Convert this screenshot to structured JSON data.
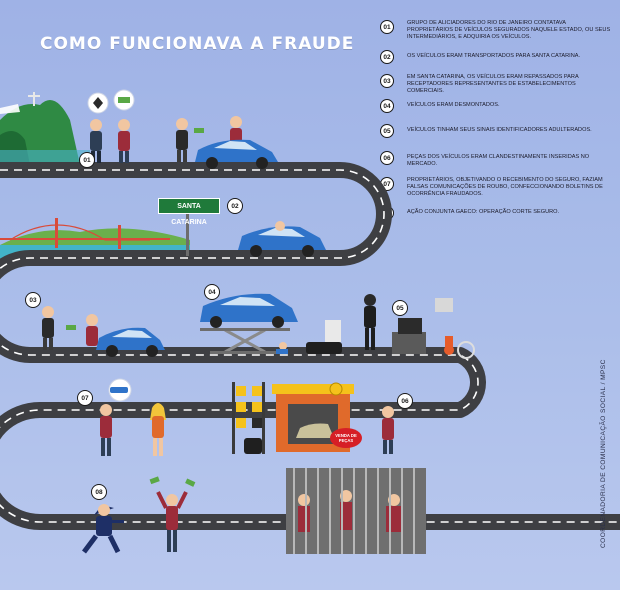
{
  "title": "COMO FUNCIONAVA A FRAUDE",
  "steps": [
    {
      "num": "01",
      "text": "GRUPO DE ALICIADORES DO RIO DE JANEIRO CONTATAVA PROPRIETÁRIOS DE VEÍCULOS SEGURADOS NAQUELE ESTADO, OU SEUS INTERMEDIÁRIOS, E ADQUIRIA OS VEÍCULOS."
    },
    {
      "num": "02",
      "text": "OS VEÍCULOS ERAM TRANSPORTADOS PARA SANTA CATARINA."
    },
    {
      "num": "03",
      "text": "EM SANTA CATARINA, OS VEÍCULOS ERAM REPASSADOS PARA RECEPTADORES REPRESENTANTES DE ESTABELECIMENTOS COMERCIAIS."
    },
    {
      "num": "04",
      "text": "VEÍCULOS ERAM DESMONTADOS."
    },
    {
      "num": "05",
      "text": "VEÍCULOS TINHAM SEUS SINAIS IDENTIFICADORES ADULTERADOS."
    },
    {
      "num": "06",
      "text": "PEÇAS DOS VEÍCULOS ERAM CLANDESTINAMENTE INSERIDAS NO MERCADO."
    },
    {
      "num": "07",
      "text": "PROPRIETÁRIOS, OBJETIVANDO O RECEBIMENTO DO SEGURO, FAZIAM FALSAS COMUNICAÇÕES DE ROUBO, CONFECCIONANDO BOLETINS DE OCORRÊNCIA FRAUDADOS."
    },
    {
      "num": "08",
      "text": "AÇÃO CONJUNTA GAECO: OPERAÇÃO CORTE SEGURO."
    }
  ],
  "scene": {
    "sign_santa_catarina": "SANTA CATARINA",
    "sale_sign": "VENDA DE PEÇAS",
    "road_markers": [
      "01",
      "02",
      "03",
      "04",
      "05",
      "06",
      "07",
      "08"
    ]
  },
  "credit": "COORDENADORIA DE COMUNICAÇÃO SOCIAL / MPSC",
  "colors": {
    "sky": "#a9bce9",
    "road": "#3e3f43",
    "car": "#2f73c9",
    "sign_green": "#1f7a3a",
    "shop_orange": "#e06a2b",
    "shop_yellow": "#f5c21b",
    "sale_red": "#d61f26"
  }
}
